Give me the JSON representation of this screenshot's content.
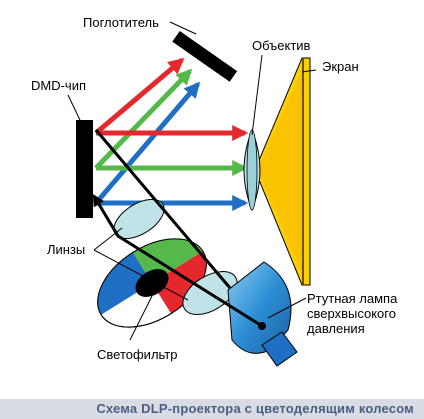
{
  "labels": {
    "absorber": "Поглотитель",
    "dmd_chip": "DMD-чип",
    "lens_objective": "Объектив",
    "screen": "Экран",
    "lenses": "Линзы",
    "lamp_line1": "Ртутная лампа",
    "lamp_line2": "сверхвысокого",
    "lamp_line3": "давления",
    "color_filter": "Светофильтр"
  },
  "caption": "Схема DLP-проектора с цветоделящим колесом",
  "colors": {
    "red": "#e4282b",
    "green": "#54b84a",
    "blue": "#1f6fc4",
    "screen_yellow": "#fcd000",
    "lens_fill": "#bfe3e6",
    "lamp_blue": "#2d8fd5",
    "caption_text": "#4a5e86",
    "caption_bar": "#d9dce3"
  }
}
